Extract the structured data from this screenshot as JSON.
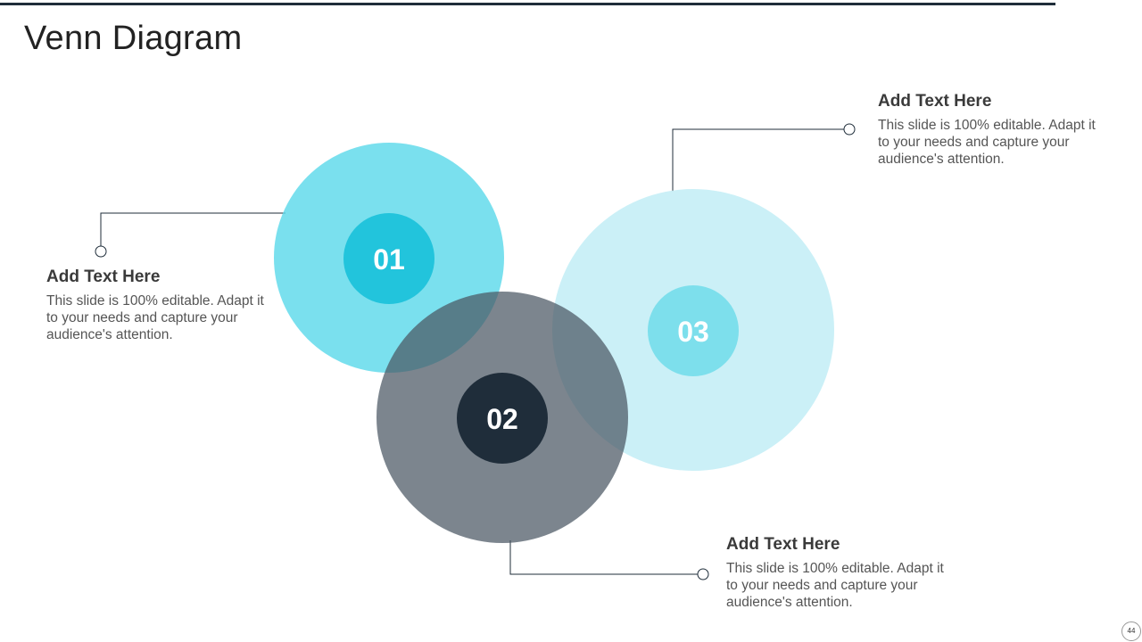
{
  "slide": {
    "title": "Venn Diagram",
    "page_number": "44"
  },
  "circles": [
    {
      "label": "01",
      "outer_color": "#5dd9ea",
      "inner_color": "#22c4dc"
    },
    {
      "label": "02",
      "outer_color": "#4a5663",
      "inner_color": "#1f2d3a"
    },
    {
      "label": "03",
      "outer_color": "#c8eff7",
      "inner_color": "#7ddfec"
    }
  ],
  "text_blocks": {
    "left": {
      "heading": "Add Text Here",
      "body": "This slide is 100% editable. Adapt it to your needs and capture your audience's attention."
    },
    "top_right": {
      "heading": "Add Text Here",
      "body": "This slide is 100% editable. Adapt it to your needs and capture your audience's attention."
    },
    "bottom": {
      "heading": "Add Text Here",
      "body": "This slide is 100% editable. Adapt it to your needs and capture your audience's attention."
    }
  }
}
